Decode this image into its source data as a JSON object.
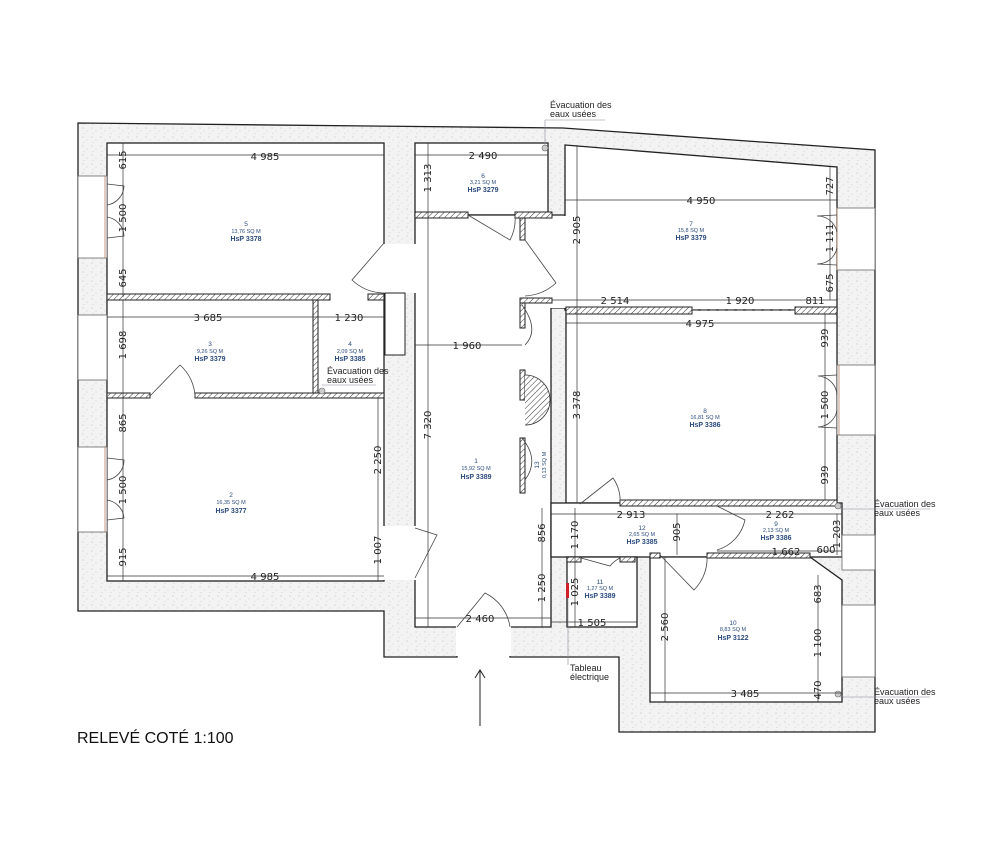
{
  "title": "RELEVÉ COTÉ 1:100",
  "rooms": [
    {
      "number": "1",
      "area": "15,92 SQ M",
      "height": "HsP 3389"
    },
    {
      "number": "2",
      "area": "16,35 SQ M",
      "height": "HsP 3377"
    },
    {
      "number": "3",
      "area": "9,26 SQ M",
      "height": "HsP 3379"
    },
    {
      "number": "4",
      "area": "2,09 SQ M",
      "height": "HsP 3385"
    },
    {
      "number": "5",
      "area": "13,76 SQ M",
      "height": "HsP 3378"
    },
    {
      "number": "6",
      "area": "3,21 SQ M",
      "height": "HsP 3279"
    },
    {
      "number": "7",
      "area": "15,8 SQ M",
      "height": "HsP 3379"
    },
    {
      "number": "8",
      "area": "16,81 SQ M",
      "height": "HsP 3386"
    },
    {
      "number": "9",
      "area": "2,13 SQ M",
      "height": "HsP 3386"
    },
    {
      "number": "10",
      "area": "8,83 SQ M",
      "height": "HsP 3122"
    },
    {
      "number": "11",
      "area": "1,27 SQ M",
      "height": "HsP 3389"
    },
    {
      "number": "12",
      "area": "2,65 SQ M",
      "height": "HsP 3385"
    },
    {
      "number": "13",
      "area": "0,13 SQ M"
    }
  ],
  "annotations": {
    "drain_line1": "Évacuation des",
    "drain_line2": "eaux usées",
    "panel_line1": "Tableau",
    "panel_line2": "électrique"
  },
  "dimensions": [
    "4 985",
    "615",
    "1 500",
    "645",
    "3 685",
    "1 230",
    "1 698",
    "865",
    "1 500",
    "915",
    "4 985",
    "2 250",
    "1 007",
    "1 313",
    "2 490",
    "7 320",
    "1 960",
    "2 460",
    "2 905",
    "4 950",
    "727",
    "1 111",
    "675",
    "2 514",
    "1 920",
    "811",
    "4 975",
    "939",
    "3 378",
    "1 500",
    "939",
    "2 913",
    "2 262",
    "856",
    "1 170",
    "905",
    "1 203",
    "1 662",
    "600",
    "1 250",
    "1 025",
    "1 505",
    "683",
    "2 560",
    "1 100",
    "3 485",
    "470"
  ],
  "colors": {
    "room_label": "#2b4a7c",
    "wall_fill": "#f1f1f1",
    "electric_panel": "#d0202a"
  }
}
